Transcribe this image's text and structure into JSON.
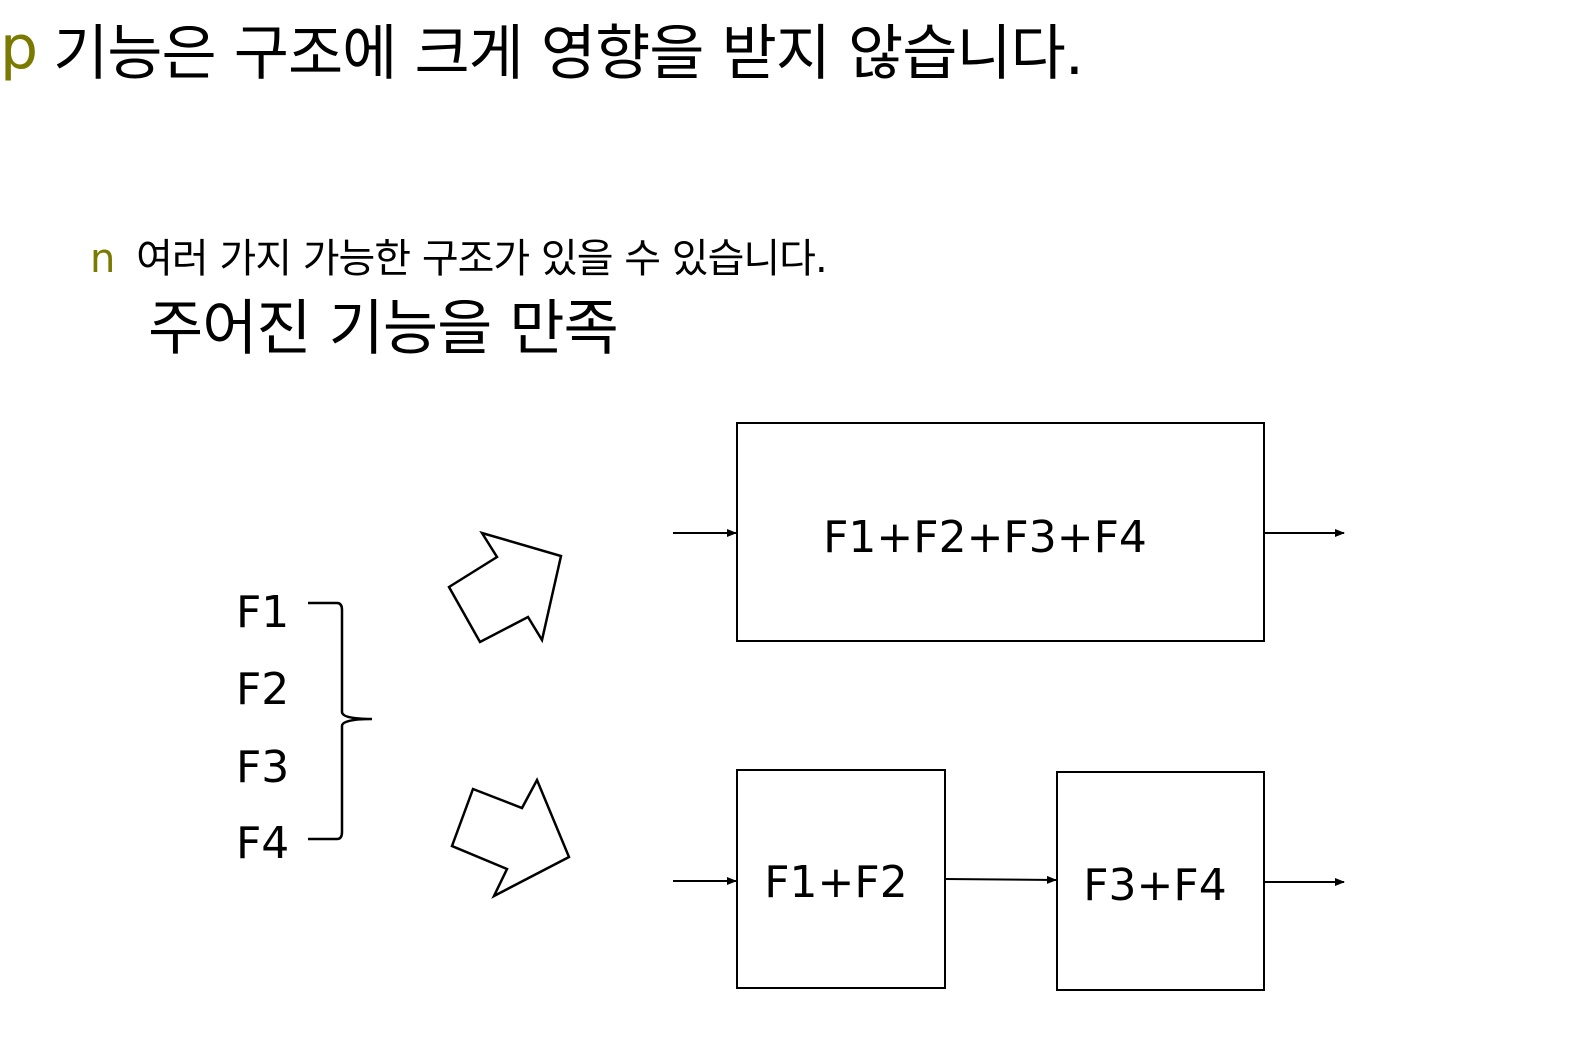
{
  "heading": {
    "bullet": "p",
    "text": "기능은 구조에 크게 영향을 받지 않습니다."
  },
  "subpoint": {
    "bullet": "n",
    "text": "여러 가지 가능한 구조가 있을 수 있습니다."
  },
  "subpoint2": {
    "text": "주어진 기능을 만족"
  },
  "diagram": {
    "functions": [
      "F1",
      "F2",
      "F3",
      "F4"
    ],
    "combined_block": "F1+F2+F3+F4",
    "split_block_1": "F1+F2",
    "split_block_2": "F3+F4"
  }
}
